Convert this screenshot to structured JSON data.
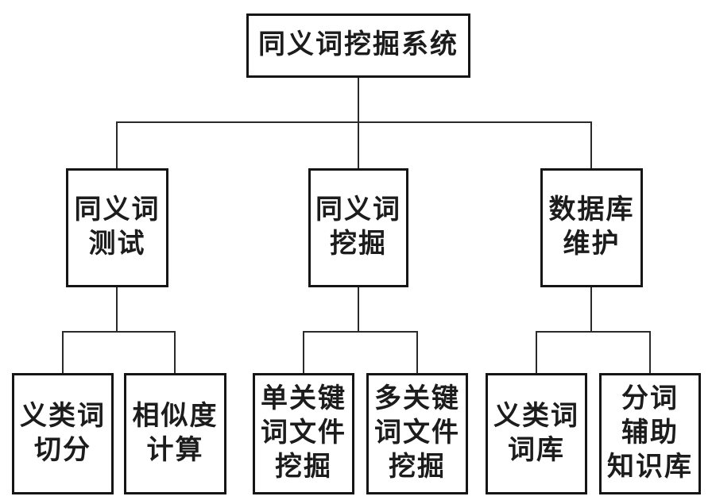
{
  "page": {
    "background": "#ffffff",
    "line_color": "#2a2a2a",
    "box_border_color": "#151515",
    "text_color": "#1c1c1c"
  },
  "diagram": {
    "type": "tree",
    "title": "同义词挖掘系统",
    "nodes": {
      "root": {
        "label": "同义词挖掘系统",
        "lines": [
          "同义词挖掘系统"
        ]
      },
      "test": {
        "label": "同义词测试",
        "lines": [
          "同义词",
          "测试"
        ]
      },
      "mining": {
        "label": "同义词挖掘",
        "lines": [
          "同义词",
          "挖掘"
        ]
      },
      "maintain": {
        "label": "数据库维护",
        "lines": [
          "数据库",
          "维护"
        ]
      },
      "segment": {
        "label": "义类词切分",
        "lines": [
          "义类词",
          "切分"
        ]
      },
      "similar": {
        "label": "相似度计算",
        "lines": [
          "相似度",
          "计算"
        ]
      },
      "singlekw": {
        "label": "单关键词文件挖掘",
        "lines": [
          "单关键",
          "词文件",
          "挖掘"
        ]
      },
      "multikw": {
        "label": "多关键词文件挖掘",
        "lines": [
          "多关键",
          "词文件",
          "挖掘"
        ]
      },
      "lexicon": {
        "label": "义类词词库",
        "lines": [
          "义类词",
          "词库"
        ]
      },
      "auxkb": {
        "label": "分词辅助知识库",
        "lines": [
          "分词",
          "辅助",
          "知识库"
        ]
      }
    },
    "edges": [
      {
        "from": "root",
        "to": "test"
      },
      {
        "from": "root",
        "to": "mining"
      },
      {
        "from": "root",
        "to": "maintain"
      },
      {
        "from": "test",
        "to": "segment"
      },
      {
        "from": "test",
        "to": "similar"
      },
      {
        "from": "mining",
        "to": "singlekw"
      },
      {
        "from": "mining",
        "to": "multikw"
      },
      {
        "from": "maintain",
        "to": "lexicon"
      },
      {
        "from": "maintain",
        "to": "auxkb"
      }
    ]
  }
}
